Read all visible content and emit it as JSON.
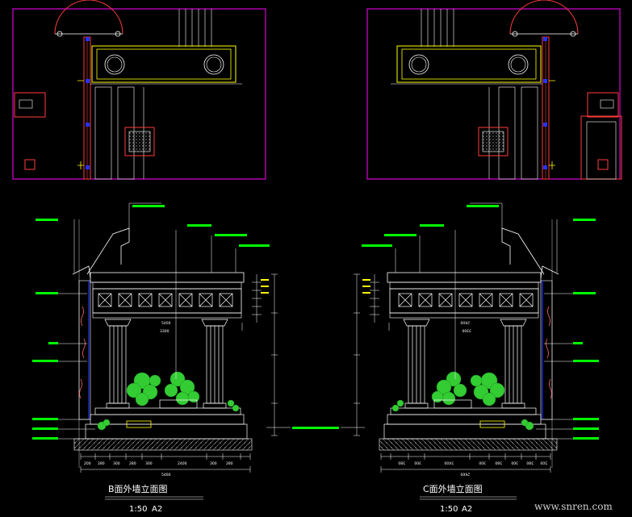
{
  "drawings": {
    "b": {
      "title": "B面外墙立面图",
      "scale": "1:50",
      "sheet": "A2"
    },
    "c": {
      "title": "C面外墙立面图",
      "scale": "1:50",
      "sheet": "A2"
    }
  },
  "watermark": "www.snren.com",
  "colors": {
    "frame": "#ff00ff",
    "cornice": "#ffff00",
    "annotation": "#00ff00",
    "linework": "#ffffff",
    "wall": "#ff3b3b",
    "node": "#2233ff",
    "plant": "#33cc33",
    "background": "#000000"
  }
}
